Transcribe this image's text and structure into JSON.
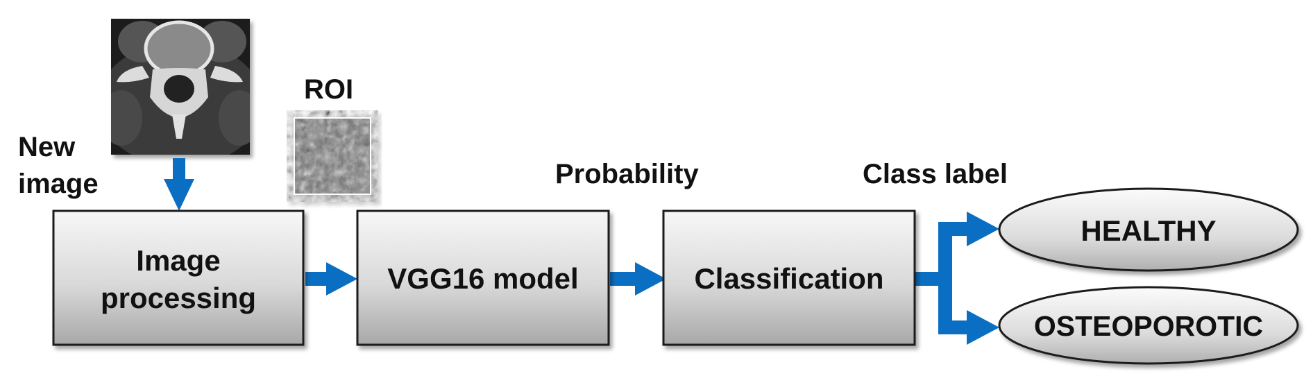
{
  "labels": {
    "new_image_line1": "New",
    "new_image_line2": "image",
    "roi": "ROI",
    "probability": "Probability",
    "class_label": "Class label"
  },
  "boxes": {
    "image_processing_line1": "Image",
    "image_processing_line2": "processing",
    "vgg16": "VGG16 model",
    "classification": "Classification"
  },
  "outputs": {
    "healthy": "HEALTHY",
    "osteoporotic": "OSTEOPOROTIC"
  },
  "colors": {
    "arrow": "#0a6fc2",
    "box_border": "#1a1a1a"
  },
  "icons": {
    "ct_scan": "ct-spine-image",
    "roi_patch": "noise-texture-patch"
  }
}
